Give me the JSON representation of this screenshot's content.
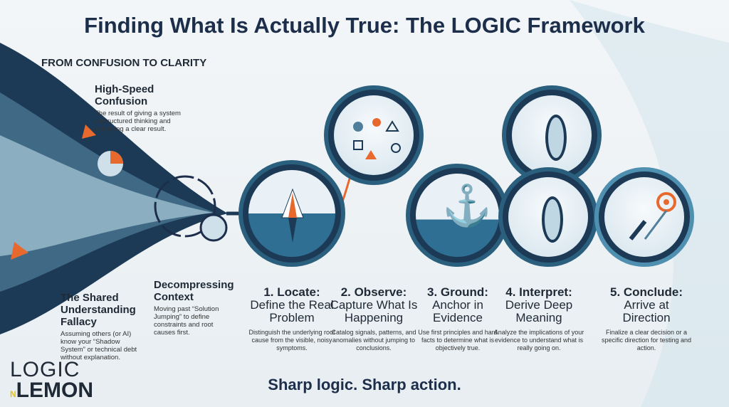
{
  "title": "Finding What Is Actually True: The LOGIC Framework",
  "subtitle": "FROM CONFUSION TO CLARITY",
  "notes": [
    {
      "heading": "High-Speed Confusion",
      "text": "The result of giving a system unstructured thinking and expecting a clear result."
    },
    {
      "heading": "The Shared Understanding Fallacy",
      "text": "Assuming others (or AI) know your “Shadow System” or technical debt without explanation."
    },
    {
      "heading": "Decompressing Context",
      "text": "Moving past “Solution Jumping” to define constraints and root causes first."
    }
  ],
  "steps": [
    {
      "label": "1. Locate:",
      "sub": "Define the Real Problem",
      "text": "Distinguish the underlying root cause from the visible, noisy symptoms.",
      "icon": "iceberg-compass-icon"
    },
    {
      "label": "2. Observe:",
      "sub": "Capture What Is Happening",
      "text": "Catalog signals, patterns, and anomalies without jumping to conclusions.",
      "icon": "shapes-icon"
    },
    {
      "label": "3. Ground:",
      "sub": "Anchor in Evidence",
      "text": "Use first principles and hard facts to determine what is objectively true.",
      "icon": "anchor-icon"
    },
    {
      "label": "4. Interpret:",
      "sub": "Derive Deep Meaning",
      "text": "Analyze the implications of your evidence to understand what is really going on.",
      "icon": "lens-icon"
    },
    {
      "label": "5. Conclude:",
      "sub": "Arrive at Direction",
      "text": "Finalize a clear decision or a specific direction for testing and action.",
      "icon": "rocket-target-icon"
    }
  ],
  "tagline": "Sharp logic. Sharp action.",
  "logo": {
    "line1": "LOGIC",
    "n": "N",
    "line2": "LEMON"
  },
  "colors": {
    "navy": "#1c3a55",
    "accent": "#e8692e",
    "teal": "#2b5f7e",
    "lemon": "#e6c21d"
  }
}
